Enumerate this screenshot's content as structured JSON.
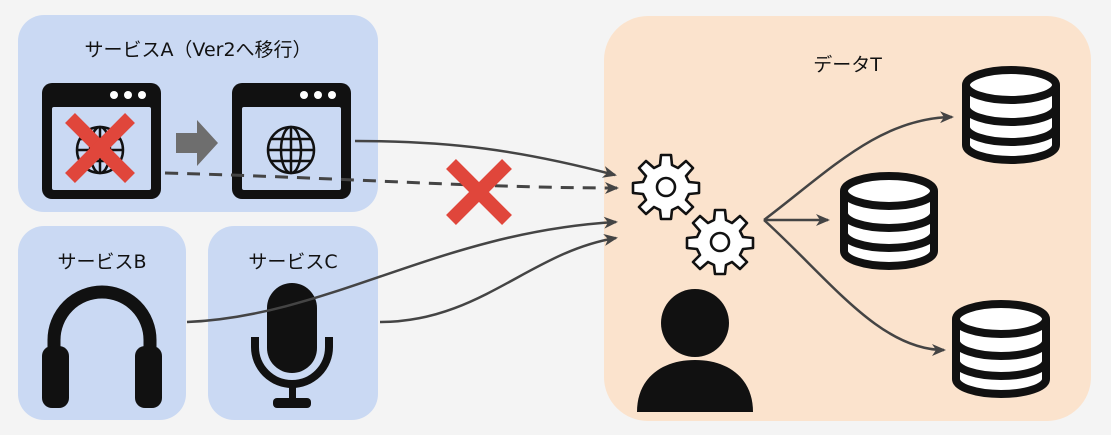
{
  "service_a": {
    "label": "サービスA（Ver2へ移行）"
  },
  "service_b": {
    "label": "サービスB"
  },
  "service_c": {
    "label": "サービスC"
  },
  "data_t": {
    "label": "データT"
  },
  "colors": {
    "service_box": "#cad9f3",
    "data_box": "#fbe3cd",
    "icon": "#111111",
    "arrow": "#444444",
    "cross": "#e0463b",
    "migrate_arrow": "#6e6e6e"
  }
}
